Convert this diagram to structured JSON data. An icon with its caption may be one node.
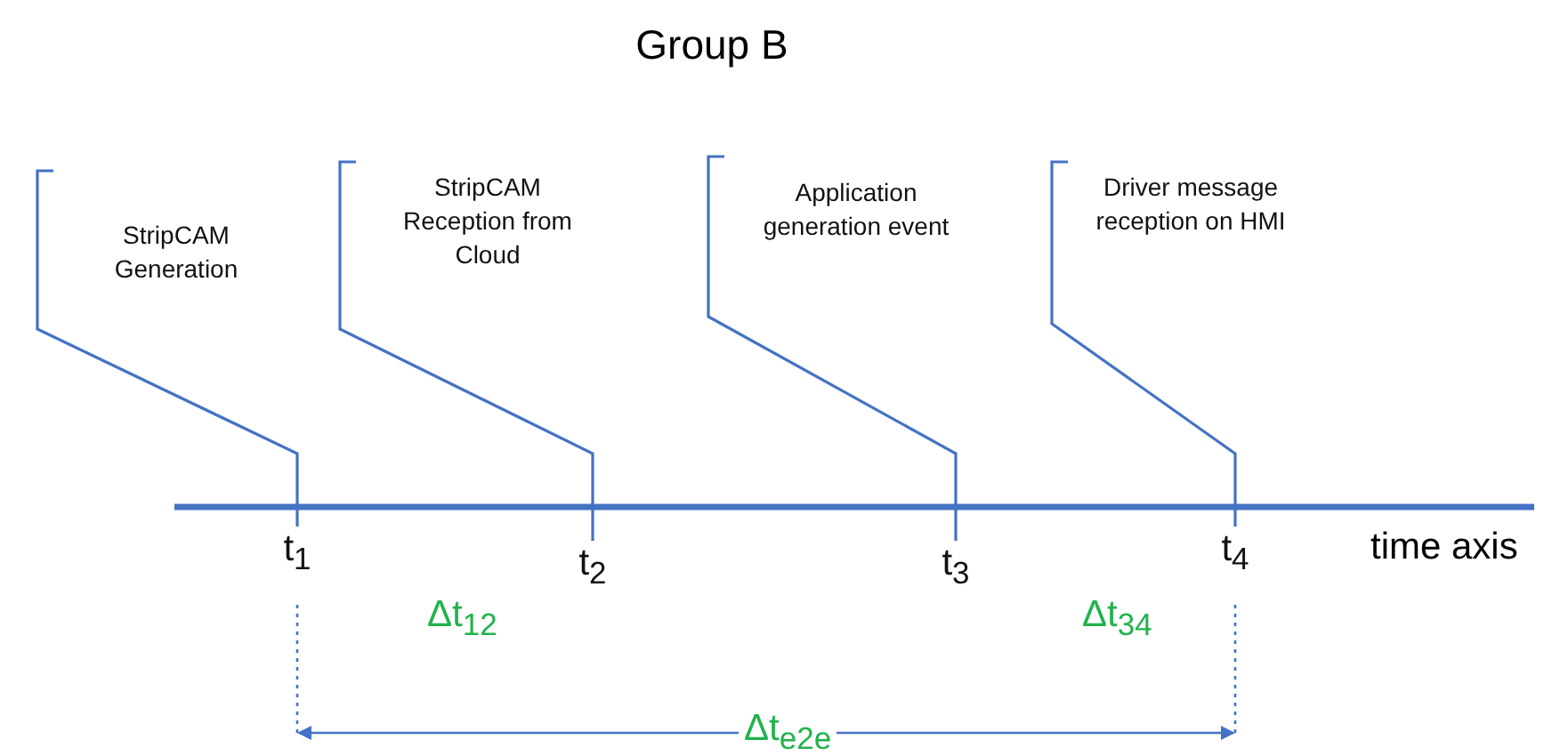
{
  "diagram": {
    "title": "Group B",
    "nodes": [
      {
        "text": [
          "StripCAM Generation"
        ]
      },
      {
        "text": [
          "StripCAM Reception from Cloud"
        ]
      },
      {
        "text": [
          "Application generation event"
        ]
      },
      {
        "text": [
          "Driver message reception on HMI"
        ]
      },
      {
        "text": [
          "t$_{1}$"
        ]
      },
      {
        "text": [
          "t$_{2}$"
        ]
      },
      {
        "text": [
          "t$_{3}$"
        ]
      },
      {
        "text": [
          "t$_{4}$"
        ]
      }
    ],
    "edges": [
      {
        "from": 0,
        "to": 4,
        "arrow": "none"
      },
      {
        "from": 1,
        "to": 5,
        "arrow": "none"
      },
      {
        "from": 2,
        "to": 6,
        "arrow": "none"
      },
      {
        "from": 3,
        "to": 7,
        "arrow": "none"
      }
    ],
    "labels": [
      "time axis",
      "Δt$_{12}$",
      "Δt$_{34}$",
      "Δt$_{e2e}$"
    ]
  }
}
